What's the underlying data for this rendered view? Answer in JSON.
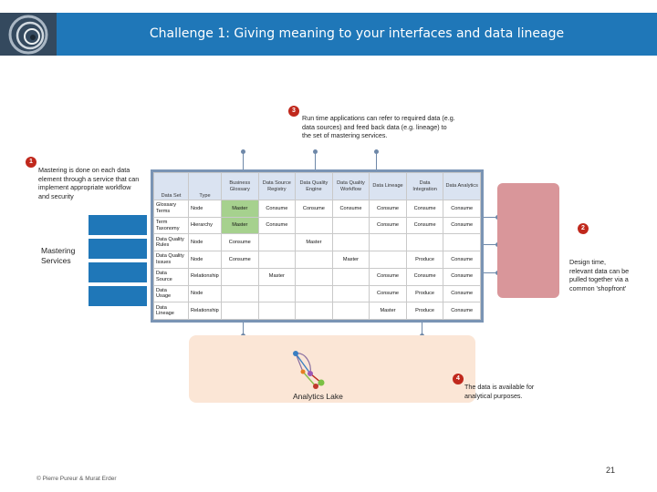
{
  "slide": {
    "title": "Challenge 1: Giving meaning to your interfaces and data lineage",
    "footer": "© Pierre Pureur & Murat Erder",
    "page_number": "21"
  },
  "callouts": {
    "c1": {
      "number": "1",
      "lines": [
        "Mastering is done on each data",
        "element through a service that can",
        "implement appropriate workflow",
        "and security"
      ]
    },
    "c2": {
      "number": "2",
      "lines": [
        "Design time,",
        "relevant data can be",
        "pulled together via a",
        "common 'shopfront'"
      ]
    },
    "c3": {
      "number": "3",
      "lines": [
        "Run time applications can refer to required data (e.g.",
        "data sources) and feed back data (e.g. lineage) to",
        "the set of mastering services."
      ]
    },
    "c4": {
      "number": "4",
      "lines": [
        "The data is available for",
        "analytical purposes."
      ]
    }
  },
  "mastering_services": {
    "label_lines": [
      "Mastering",
      "Services"
    ]
  },
  "analytics_lake": {
    "label": "Analytics Lake"
  },
  "matrix": {
    "headers": [
      "Data Set",
      "Type",
      "Business Glossary",
      "Data Source Registry",
      "Data Quality Engine",
      "Data Quality Workflow",
      "Data Lineage",
      "Data Integration",
      "Data Analytics"
    ],
    "rows": [
      {
        "data_set": [
          "Glossary",
          "Terms"
        ],
        "type": "Node",
        "cells": [
          "Master",
          "Consume",
          "Consume",
          "Consume",
          "Consume",
          "Consume",
          "Consume"
        ]
      },
      {
        "data_set": [
          "Term",
          "Taxonomy"
        ],
        "type": "Hierarchy",
        "cells": [
          "Master",
          "Consume",
          "",
          "",
          "Consume",
          "Consume",
          "Consume"
        ]
      },
      {
        "data_set": [
          "Data Quality",
          "Rules"
        ],
        "type": "Node",
        "cells": [
          "Consume",
          "",
          "Master",
          "",
          "",
          "",
          ""
        ]
      },
      {
        "data_set": [
          "Data Quality",
          "Issues"
        ],
        "type": "Node",
        "cells": [
          "Consume",
          "",
          "",
          "Master",
          "",
          "Produce",
          "Consume"
        ]
      },
      {
        "data_set": [
          "Data",
          "Source"
        ],
        "type": "Relationship",
        "cells": [
          "",
          "Master",
          "",
          "",
          "Consume",
          "Consume",
          "Consume"
        ]
      },
      {
        "data_set": [
          "Data",
          "Usage"
        ],
        "type": "Node",
        "cells": [
          "",
          "",
          "",
          "",
          "Consume",
          "Produce",
          "Consume"
        ]
      },
      {
        "data_set": [
          "Data",
          "Lineage"
        ],
        "type": "Relationship",
        "cells": [
          "",
          "",
          "",
          "",
          "Master",
          "Produce",
          "Consume"
        ]
      }
    ]
  },
  "colors": {
    "title_bar": "#1f77b8",
    "badge": "#c0281c",
    "consumer_box": "#d9969a",
    "lake": "#fbe6d6",
    "master_green": "#a6d18e",
    "connector": "#6e88a8"
  }
}
